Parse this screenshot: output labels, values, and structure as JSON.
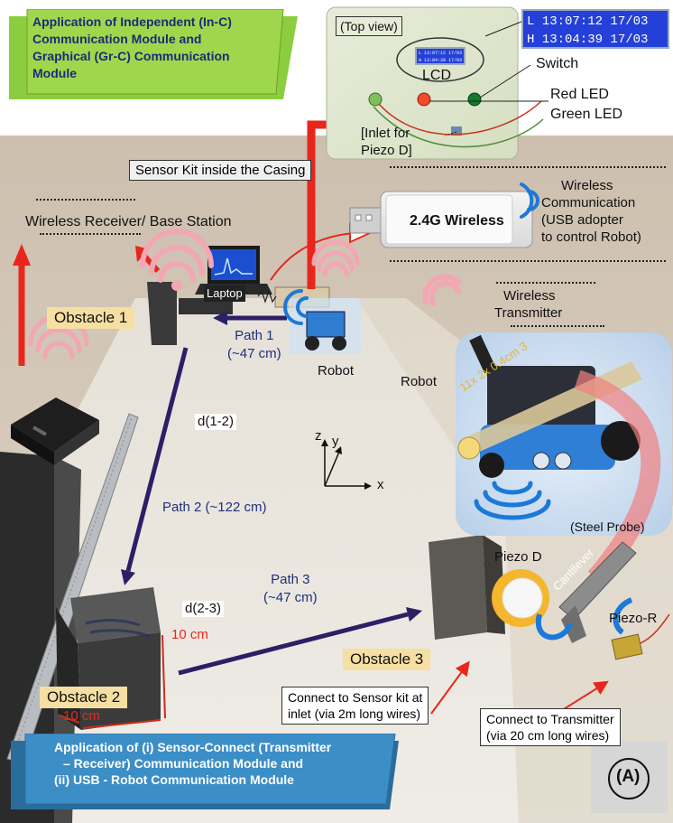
{
  "banners": {
    "top_line1": "Application of Independent (In-C)",
    "top_line2": "Communication Module  and",
    "top_line3": "Graphical (Gr-C) Communication",
    "top_line4": "Module",
    "bottom_line1": "Application of (i) Sensor-Connect  (Transmitter",
    "bottom_line2": "– Receiver) Communication Module  and",
    "bottom_line3": "(ii) USB - Robot Communication Module"
  },
  "sensor_kit": {
    "top_view": "(Top view)",
    "lcd_line1": "L 13:07:12 17/03",
    "lcd_line2": "H 13:04:39 17/03",
    "lcd_label": "LCD",
    "switch": "Switch",
    "red_led": "Red LED",
    "green_led": "Green LED",
    "inlet_line1": "[Inlet for",
    "inlet_line2": "Piezo D]",
    "casing_label": "Sensor Kit inside the Casing"
  },
  "wireless": {
    "receiver_label": "Wireless Receiver/  Base Station",
    "usb_text": "2.4G Wireless",
    "comm_line1": "Wireless",
    "comm_line2": "Communication",
    "comm_line3": "(USB adopter",
    "comm_line4": "to control Robot)",
    "transmitter_line1": "Wireless",
    "transmitter_line2": "Transmitter"
  },
  "scene": {
    "laptop": "Laptop",
    "obstacle1": "Obstacle 1",
    "obstacle2": "Obstacle 2",
    "obstacle3": "Obstacle 3",
    "path1_line1": "Path 1",
    "path1_line2": "(~47 cm)",
    "path2": "Path 2 (~122 cm)",
    "path3_line1": "Path 3",
    "path3_line2": "(~47 cm)",
    "robot_label": "Robot",
    "robot_label2": "Robot",
    "d12": "d(1-2)",
    "d23": "d(2-3)",
    "dim_w": "10 cm",
    "dim_h": "10 cm",
    "axis_z": "z",
    "axis_y": "y",
    "axis_x": "x"
  },
  "robot_inset": {
    "dims": "11x 2x 0.4cm 3",
    "steel_probe": "(Steel Probe)",
    "piezo_d": "Piezo D",
    "cantilever": "Cantilever",
    "piezo_r": "Piezo-R"
  },
  "connections": {
    "sensor_kit_line1": "Connect to Sensor kit at",
    "sensor_kit_line2": "inlet  (via 2m long wires)",
    "transmitter_line1": "Connect to Transmitter",
    "transmitter_line2": "(via 20 cm long wires)"
  },
  "figure_label": "(A)"
}
